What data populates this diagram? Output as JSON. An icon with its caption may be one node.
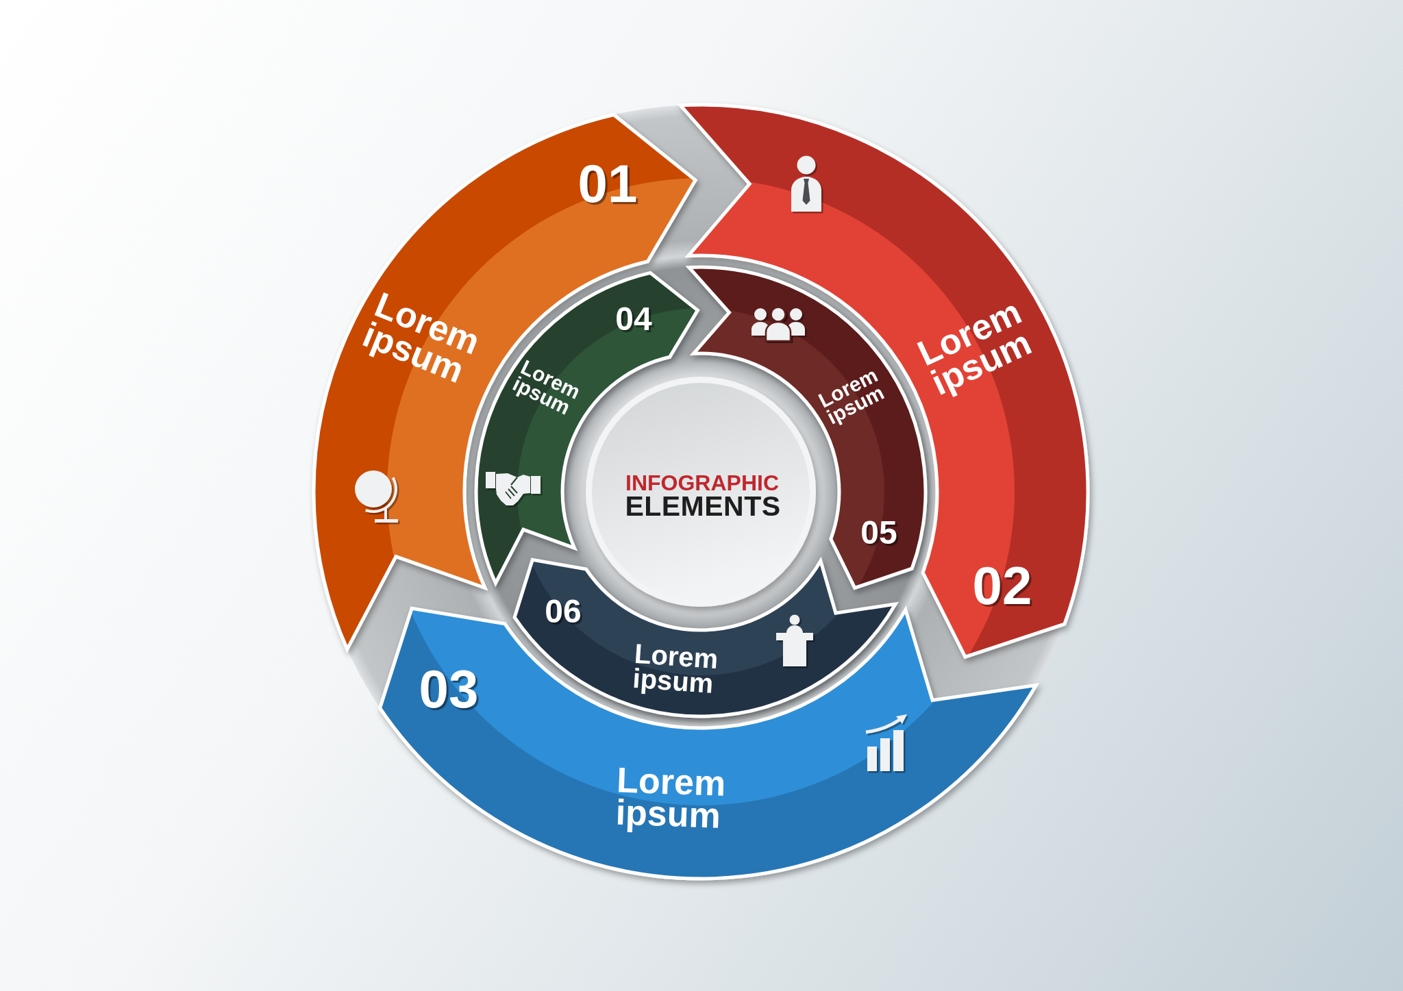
{
  "diagram": {
    "nodes": [
      {
        "text": [
          "01",
          "Lorem ipsum"
        ]
      },
      {
        "text": [
          "02",
          "Lorem ipsum"
        ]
      },
      {
        "text": [
          "03",
          "Lorem ipsum"
        ]
      },
      {
        "text": [
          "04",
          "Lorem ipsum"
        ]
      },
      {
        "text": [
          "05",
          "Lorem ipsum"
        ]
      },
      {
        "text": [
          "06",
          "Lorem ipsum"
        ]
      },
      {
        "text": [
          "INFOGRAPHIC",
          "ELEMENTS"
        ]
      }
    ]
  }
}
